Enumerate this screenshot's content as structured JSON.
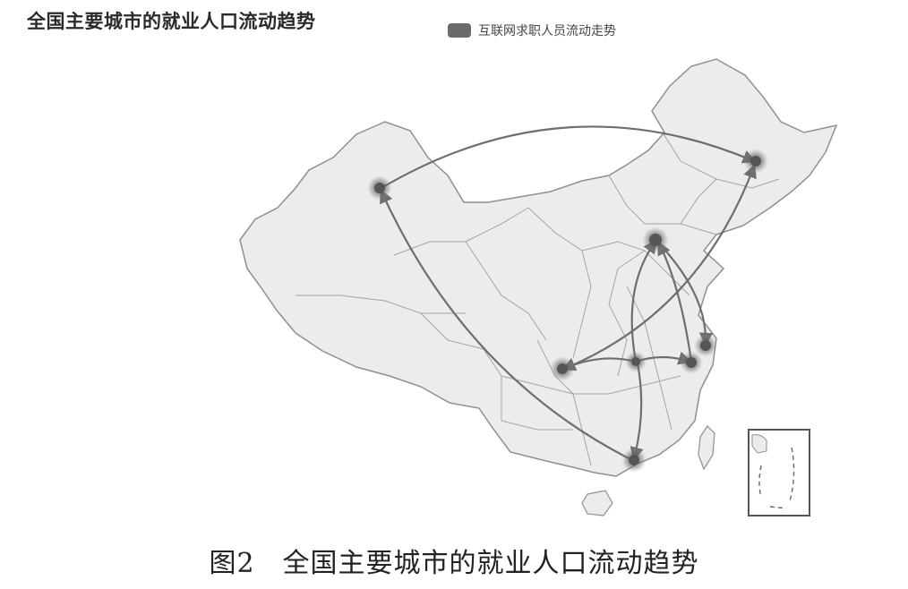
{
  "title": "全国主要城市的就业人口流动趋势",
  "legend": {
    "label": "互联网求职人员流动走势",
    "color": "#6a6a6a"
  },
  "caption": "图2　全国主要城市的就业人口流动趋势",
  "colors": {
    "land": "#ececec",
    "border": "#8f8f8f",
    "flow": "#6e6e6e",
    "node": "#555555"
  },
  "icons": [
    "flow-arrow-icon",
    "city-node-icon",
    "inset-map-icon"
  ]
}
